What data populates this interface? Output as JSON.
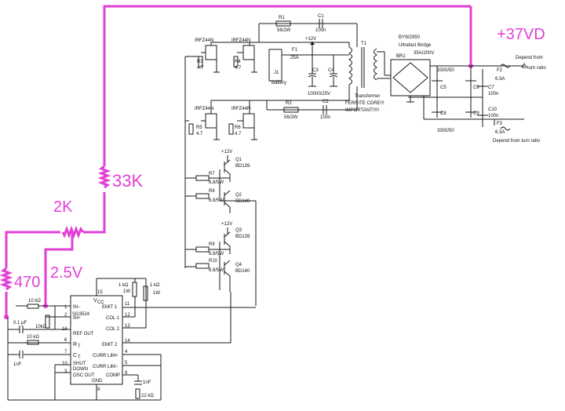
{
  "annotations": {
    "r33k": "33K",
    "r2k": "2K",
    "r470": "470",
    "v25": "2.5V",
    "vout": "+37VD"
  },
  "mosfets": [
    {
      "label": "IRFZ44N",
      "ref": "R3",
      "val": "4.7"
    },
    {
      "label": "IRFZ44N",
      "ref": "R4",
      "val": "4.7"
    },
    {
      "label": "IRFZ44N",
      "ref": "R5",
      "val": "4.7"
    },
    {
      "label": "IRFZ44N",
      "ref": "R6",
      "val": "4.7"
    }
  ],
  "snubbers": {
    "r1": "R1",
    "r1_val": "56/2W",
    "c1": "C1",
    "c1_val": "100n",
    "r2": "R2",
    "r2_val": "56/2W",
    "c2": "C2",
    "c2_val": "100n"
  },
  "supply": {
    "vcc": "+12V",
    "fuse": "F1",
    "fuse_val": "25A",
    "conn": "J1",
    "conn_label": "Battery",
    "c3": "C3",
    "c4": "C4",
    "cap_val": "10000/25V"
  },
  "transformer": {
    "ref": "T1",
    "note1": "Transformer",
    "note2": "FERRITE CORE!!!",
    "note3": "IMPORTANT!!!!!"
  },
  "bridge": {
    "part": "BYW2950",
    "desc": "Ultrafast Bridge",
    "rating": "35A/200V",
    "ref": "BR1"
  },
  "output": {
    "c5": "C5",
    "c6": "C6",
    "c8": "C8",
    "c9": "C9",
    "cap_top": "3300/50",
    "cap_bot": "3300/50",
    "c7": "C7",
    "c7_val": "100n",
    "c10": "C10",
    "c10_val": "100n",
    "f2": "F2",
    "f2_val": "6.3A",
    "f3": "F3",
    "f3_val": "6.3A",
    "note_top1": "Depend from",
    "note_top2": "turn ratio",
    "note_bot": "Depend from turn ratio"
  },
  "drivers": [
    {
      "q": "Q1",
      "part": "BD139",
      "vcc": "+12V",
      "r": "R7",
      "rv": "6.8/5W"
    },
    {
      "q": "Q2",
      "part": "BD140",
      "r": "R8",
      "rv": "6.8/5W"
    },
    {
      "q": "Q3",
      "part": "BD139",
      "vcc": "+12V",
      "r": "R9",
      "rv": "6.8/5W"
    },
    {
      "q": "Q4",
      "part": "BD140",
      "r": "R10",
      "rv": "6.8/5W"
    }
  ],
  "ic": {
    "name": "SG3524",
    "vcc": "V",
    "vcc_sub": "CC",
    "left_pins": [
      {
        "num": "1",
        "name": "IN−"
      },
      {
        "num": "2",
        "name": "IN+"
      },
      {
        "num": "16",
        "name": "REF OUT"
      },
      {
        "num": "6",
        "name": "R"
      },
      {
        "num": "7",
        "name": "C"
      },
      {
        "num": "10",
        "name": "SHUT"
      },
      {
        "num": "3",
        "name": "OSC OUT"
      }
    ],
    "shut_down": "DOWN",
    "rt_sub": "T",
    "ct_sub": "T",
    "right_pins": [
      {
        "num": "11",
        "name": "EMIT 1"
      },
      {
        "num": "12",
        "name": "COL 1"
      },
      {
        "num": "13",
        "name": "COL 2"
      },
      {
        "num": "14",
        "name": "EMIT 2"
      },
      {
        "num": "4",
        "name": "CURR LIM+"
      },
      {
        "num": "5",
        "name": "CURR LIM−"
      },
      {
        "num": "9",
        "name": "COMP"
      }
    ],
    "top_pin": "15",
    "gnd_label": "GND",
    "gnd_pin": "8"
  },
  "ic_parts": {
    "r_in": "10 kΩ",
    "r_fb": "10kΩ",
    "c_ref": "0.1 μF",
    "r_t": "10 kΩ",
    "c_t": "1nF",
    "r_col1": "1 kΩ",
    "r_col1_w": "1W",
    "r_col2": "1 kΩ",
    "r_col2_w": "1W",
    "c_comp": "1nF",
    "r_comp": "22 kΩ"
  }
}
